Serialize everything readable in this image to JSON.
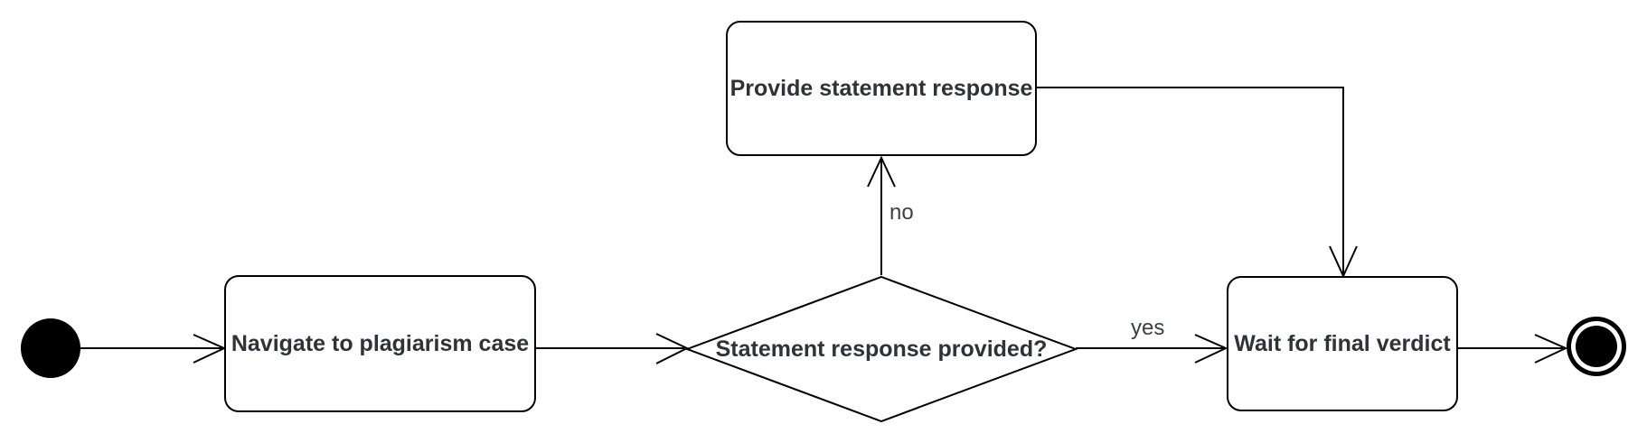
{
  "diagram": {
    "background_color": "#ffffff",
    "stroke_color": "#000000",
    "node_text_color": "#2d3338",
    "edge_label_color": "#3c4146",
    "nodes": {
      "start": {
        "type": "initial-node"
      },
      "navigate": {
        "label": "Navigate to plagiarism case"
      },
      "decision": {
        "label": "Statement response provided?"
      },
      "provide": {
        "label": "Provide statement response"
      },
      "wait": {
        "label": "Wait for final verdict"
      },
      "end": {
        "type": "final-node"
      }
    },
    "edge_labels": {
      "no": "no",
      "yes": "yes"
    }
  }
}
